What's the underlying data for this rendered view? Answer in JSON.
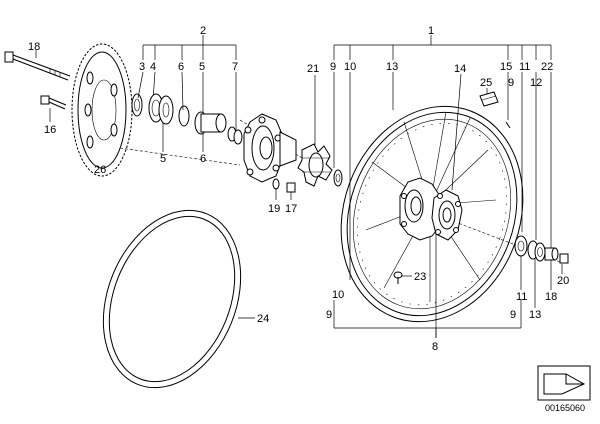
{
  "callouts": {
    "c1": "1",
    "c2": "2",
    "c3": "3",
    "c4a": "4",
    "c6a": "6",
    "c5a": "5",
    "c7": "7",
    "c18": "18",
    "c16": "16",
    "c5b": "5",
    "c6b": "6",
    "c26": "26",
    "c19": "19",
    "c17": "17",
    "c21": "21",
    "c9a": "9",
    "c10a": "10",
    "c13a": "13",
    "c14": "14",
    "c15": "15",
    "c25": "25",
    "c9b": "9",
    "c11a": "11",
    "c12": "12",
    "c22": "22",
    "c23": "23",
    "c10b": "10",
    "c9c": "9",
    "c8": "8",
    "c24": "24",
    "c11b": "11",
    "c18b": "18",
    "c20": "20",
    "c9d": "9",
    "c13b": "13"
  },
  "doc_id": "00165060"
}
